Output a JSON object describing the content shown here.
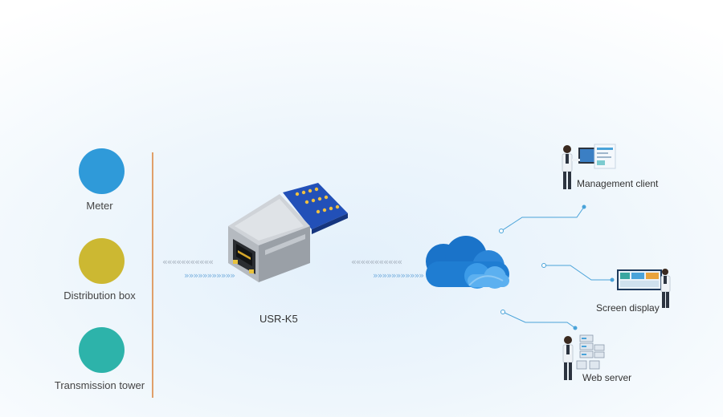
{
  "sources": [
    {
      "label": "Meter",
      "color": "#2f9ad9"
    },
    {
      "label": "Distribution box",
      "color": "#ccb832"
    },
    {
      "label": "Transmission tower",
      "color": "#2db3aa"
    }
  ],
  "device": {
    "label": "USR-K5"
  },
  "destinations": [
    {
      "label": "Management client"
    },
    {
      "label": "Screen display"
    },
    {
      "label": "Web server"
    }
  ],
  "arrows": {
    "left": "«««««««««««",
    "right": "»»»»»»»»»»»"
  },
  "colors": {
    "divider": "#e0a06a",
    "connector": "#4aa3d9",
    "cloud_dark": "#1a73c9",
    "cloud_light": "#3c9be8"
  }
}
